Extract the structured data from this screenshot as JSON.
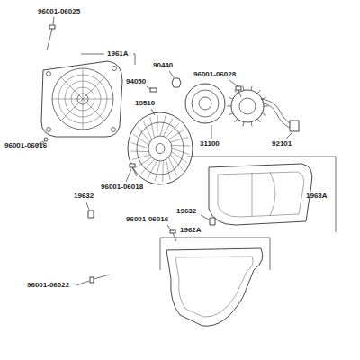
{
  "diagram": {
    "labels": [
      "96001-06025",
      "1961A",
      "90440",
      "94050",
      "96001-06028",
      "19510",
      "31100",
      "92101",
      "96001-06016",
      "96001-06018",
      "1963A",
      "19632",
      "19632",
      "96001-06016",
      "1962A",
      "96001-06022"
    ]
  }
}
